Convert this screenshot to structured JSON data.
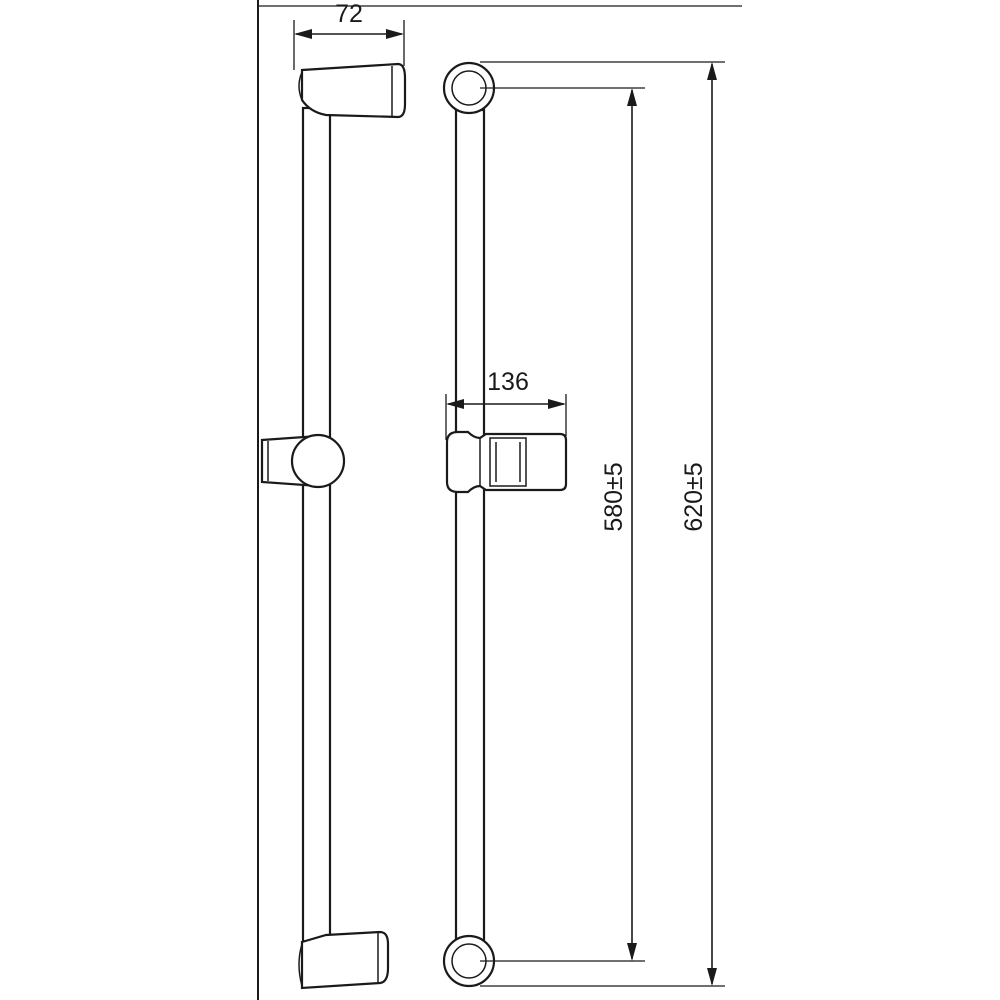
{
  "dimensions": {
    "bracket_depth": "72",
    "slider_depth": "136",
    "mount_spacing": "580±5",
    "overall_length": "620±5"
  },
  "colors": {
    "line": "#1a1a1a",
    "background": "#ffffff"
  }
}
